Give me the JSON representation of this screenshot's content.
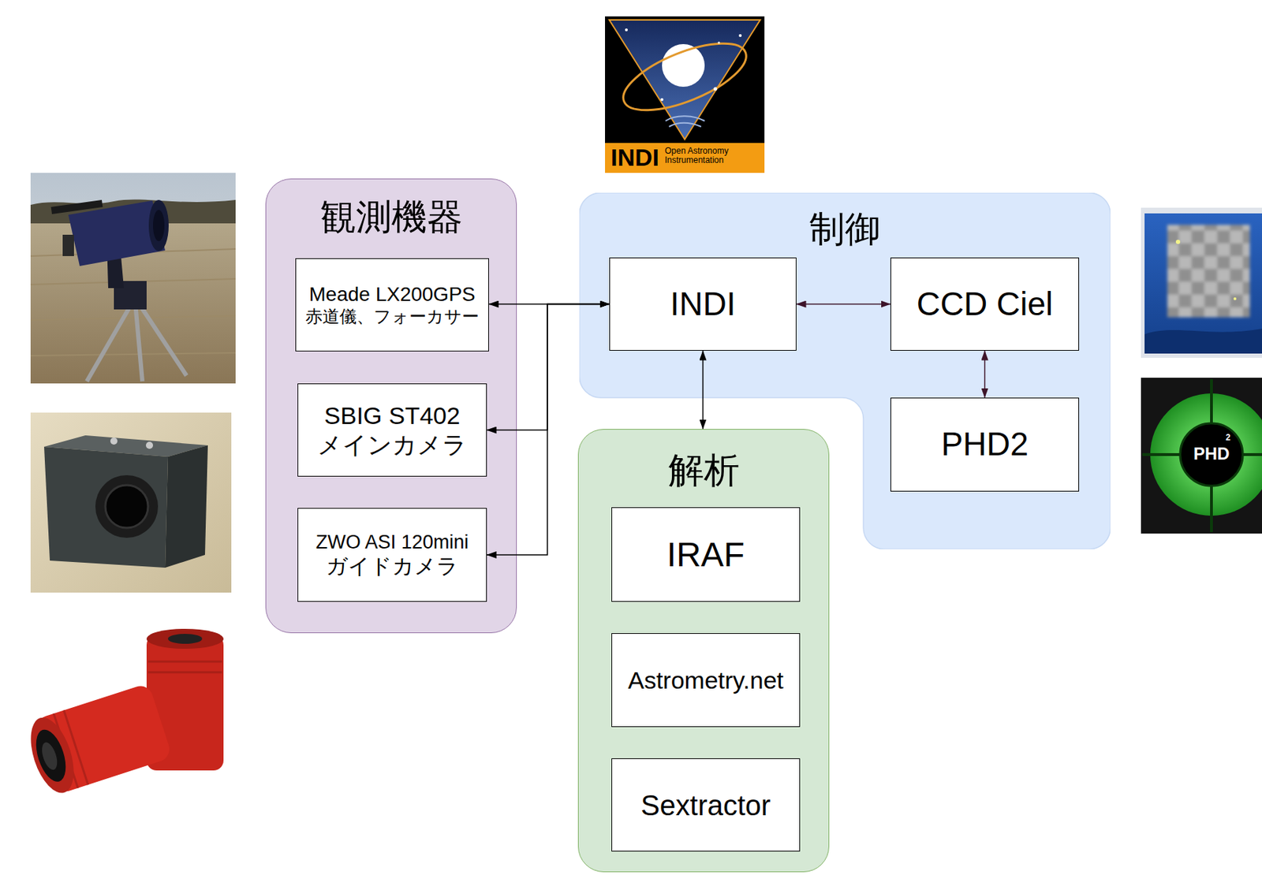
{
  "diagram": {
    "nodes": [
      {
        "text": [
          "観測機器"
        ]
      },
      {
        "text": [
          "Meade LX200GPS",
          "赤道儀、フォーカサー"
        ],
        "in": 0
      },
      {
        "text": [
          "SBIG ST402",
          "メインカメラ"
        ],
        "in": 0
      },
      {
        "text": [
          "ZWO ASI 120mini",
          "ガイドカメラ"
        ],
        "in": 0
      },
      {
        "text": [
          "制御"
        ]
      },
      {
        "text": [
          "INDI"
        ],
        "in": 4
      },
      {
        "text": [
          "CCD Ciel"
        ],
        "in": 4
      },
      {
        "text": [
          "PHD2"
        ],
        "in": 4
      },
      {
        "text": [
          "解析"
        ]
      },
      {
        "text": [
          "IRAF"
        ],
        "in": 8
      },
      {
        "text": [
          "Astrometry.net"
        ],
        "in": 8
      },
      {
        "text": [
          "Sextractor"
        ],
        "in": 8
      }
    ],
    "edges": [
      {
        "from": 5,
        "to": 1,
        "arrow": "both"
      },
      {
        "from": 5,
        "to": 2,
        "arrow": "both"
      },
      {
        "from": 5,
        "to": 3,
        "arrow": "both"
      },
      {
        "from": 5,
        "to": 6,
        "arrow": "both"
      },
      {
        "from": 5,
        "to": 8,
        "arrow": "both"
      },
      {
        "from": 6,
        "to": 7,
        "arrow": "both"
      }
    ],
    "labels": [
      "INDI",
      "Open Astronomy Instrumentation",
      "PHD",
      "2"
    ]
  }
}
